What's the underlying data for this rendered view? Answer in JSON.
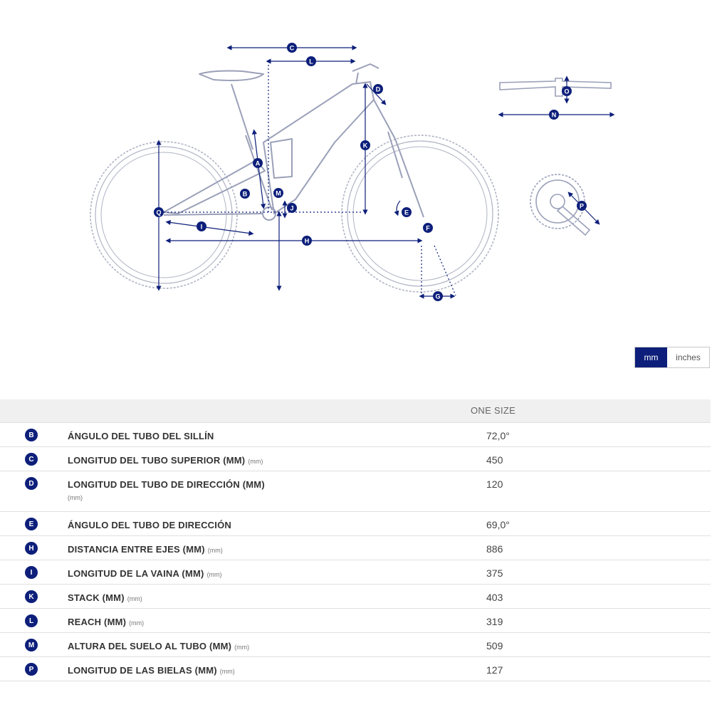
{
  "diagram": {
    "callouts": [
      "A",
      "B",
      "C",
      "D",
      "E",
      "F",
      "G",
      "H",
      "I",
      "J",
      "K",
      "L",
      "M",
      "N",
      "O",
      "P",
      "Q"
    ]
  },
  "unit_toggle": {
    "mm_label": "mm",
    "inches_label": "inches",
    "active": "mm"
  },
  "table": {
    "column_header": "ONE SIZE",
    "rows": [
      {
        "code": "B",
        "label": "ÁNGULO DEL TUBO DEL SILLÍN",
        "unit": "",
        "value": "72,0°"
      },
      {
        "code": "C",
        "label": "LONGITUD DEL TUBO SUPERIOR (MM)",
        "unit": "(mm)",
        "value": "450"
      },
      {
        "code": "D",
        "label": "LONGITUD DEL TUBO DE DIRECCIÓN (MM)",
        "unit": "(mm)",
        "value": "120"
      },
      {
        "code": "E",
        "label": "ÁNGULO DEL TUBO DE DIRECCIÓN",
        "unit": "",
        "value": "69,0°"
      },
      {
        "code": "H",
        "label": "DISTANCIA ENTRE EJES (MM)",
        "unit": "(mm)",
        "value": "886"
      },
      {
        "code": "I",
        "label": "LONGITUD DE LA VAINA (MM)",
        "unit": "(mm)",
        "value": "375"
      },
      {
        "code": "K",
        "label": "STACK (MM)",
        "unit": "(mm)",
        "value": "403"
      },
      {
        "code": "L",
        "label": "REACH (MM)",
        "unit": "(mm)",
        "value": "319"
      },
      {
        "code": "M",
        "label": "ALTURA DEL SUELO AL TUBO (MM)",
        "unit": "(mm)",
        "value": "509"
      },
      {
        "code": "P",
        "label": "LONGITUD DE LAS BIELAS (MM)",
        "unit": "(mm)",
        "value": "127"
      }
    ]
  },
  "colors": {
    "accent": "#0d1f7a",
    "frame": "#9aa0b8"
  }
}
